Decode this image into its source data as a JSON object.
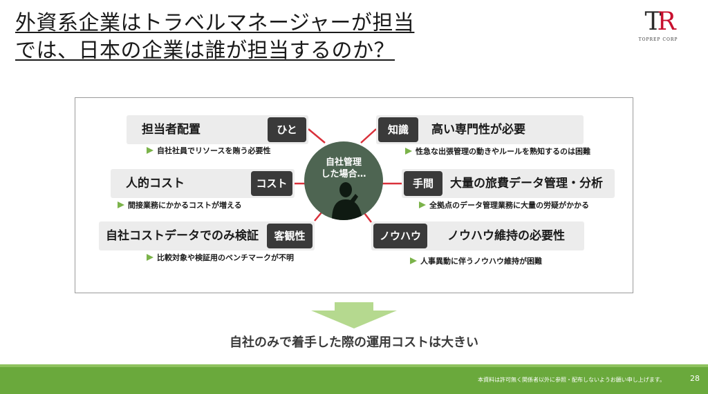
{
  "title": {
    "line1": "外資系企業はトラベルマネージャーが担当",
    "line2": "では、日本の企業は誰が担当するのか？"
  },
  "logo": {
    "mark_t": "T",
    "mark_r": "R",
    "sub": "TOPREP CORP"
  },
  "center": {
    "line1": "自社管理",
    "line2": "した場合…"
  },
  "left_items": [
    {
      "label": "担当者配置",
      "tag": "ひと",
      "note": "自社社員でリソースを賄う必要性"
    },
    {
      "label": "人的コスト",
      "tag": "コスト",
      "note": "間接業務にかかるコストが増える"
    },
    {
      "label": "自社コストデータでのみ検証",
      "tag": "客観性",
      "note": "比較対象や検証用のベンチマークが不明"
    }
  ],
  "right_items": [
    {
      "tag": "知識",
      "label": "高い専門性が必要",
      "note": "性急な出張管理の動きやルールを熟知するのは困難"
    },
    {
      "tag": "手間",
      "label": "大量の旅費データ管理・分析",
      "note": "全拠点のデータ管理業務に大量の労疑がかかる"
    },
    {
      "tag": "ノウハウ",
      "label": "ノウハウ維持の必要性",
      "note": "人事異動に伴うノウハウ維持が困難"
    }
  ],
  "conclusion": "自社のみで着手した際の運用コストは大きい",
  "footer": {
    "disclaimer": "本資料は許可無く関係者以外に参照・配布しないようお願い申し上げます。",
    "page": "28"
  },
  "colors": {
    "accent_red": "#d9303a",
    "footer_green": "#6aa93c",
    "circle": "#4e6552",
    "tag_dark": "#3a3a3a",
    "arrow_green": "#7bb34a"
  }
}
